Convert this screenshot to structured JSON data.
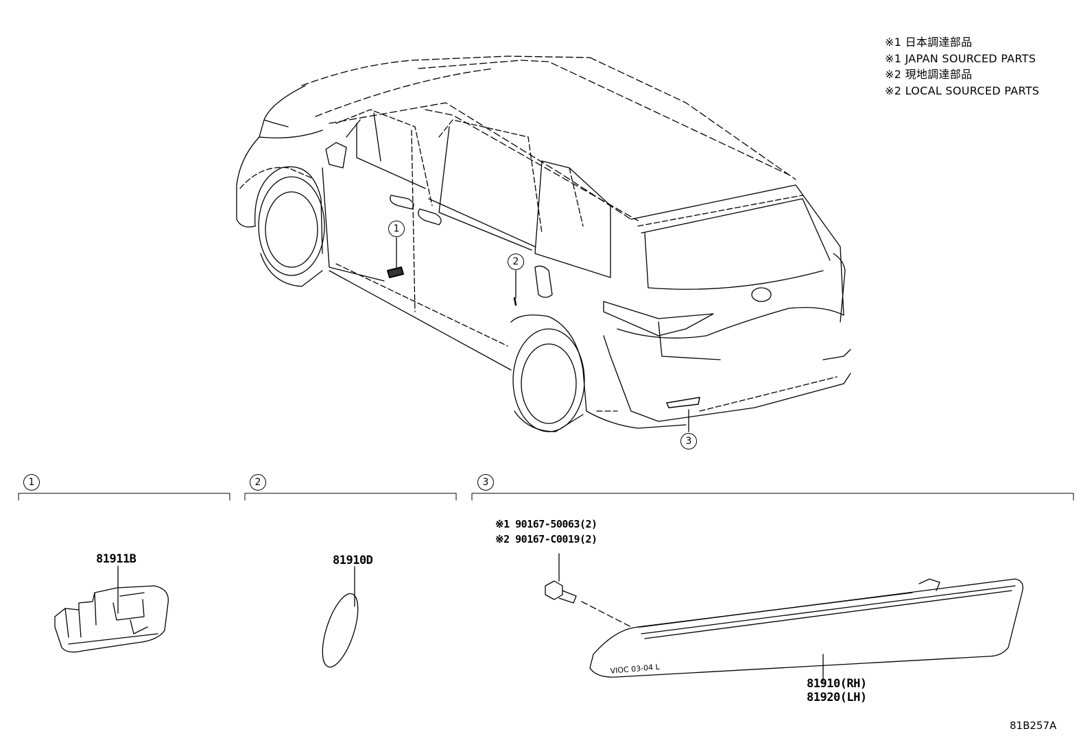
{
  "legend": [
    "※1 日本調達部品",
    "※1 JAPAN SOURCED PARTS",
    "※2 現地調達部品",
    "※2 LOCAL SOURCED PARTS"
  ],
  "callouts": [
    "1",
    "2",
    "3"
  ],
  "sections": [
    {
      "number": "1",
      "parts": [
        "81911B"
      ]
    },
    {
      "number": "2",
      "parts": [
        "81910D"
      ]
    },
    {
      "number": "3",
      "parts": [
        "81910(RH)",
        "81920(LH)"
      ],
      "fasteners": [
        "※1 90167-50063(2)",
        "※2 90167-C0019(2)"
      ]
    }
  ],
  "reflector_marking": "VIOC 03-04 L",
  "diagram_code": "81B257A"
}
